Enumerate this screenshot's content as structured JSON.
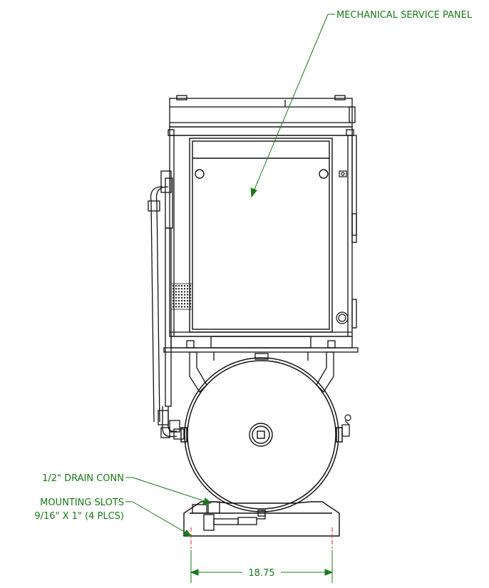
{
  "callouts": {
    "service_panel": "MECHANICAL SERVICE PANEL",
    "drain": "1/2\" DRAIN CONN",
    "mounting_line1": "MOUNTING SLOTS",
    "mounting_line2": "9/16\" X 1\" (4 PLCS)"
  },
  "dimension": {
    "width": "18.75"
  },
  "colors": {
    "line": "#111111",
    "callout": "#1a7a1a",
    "centerline": "#e0202a"
  }
}
